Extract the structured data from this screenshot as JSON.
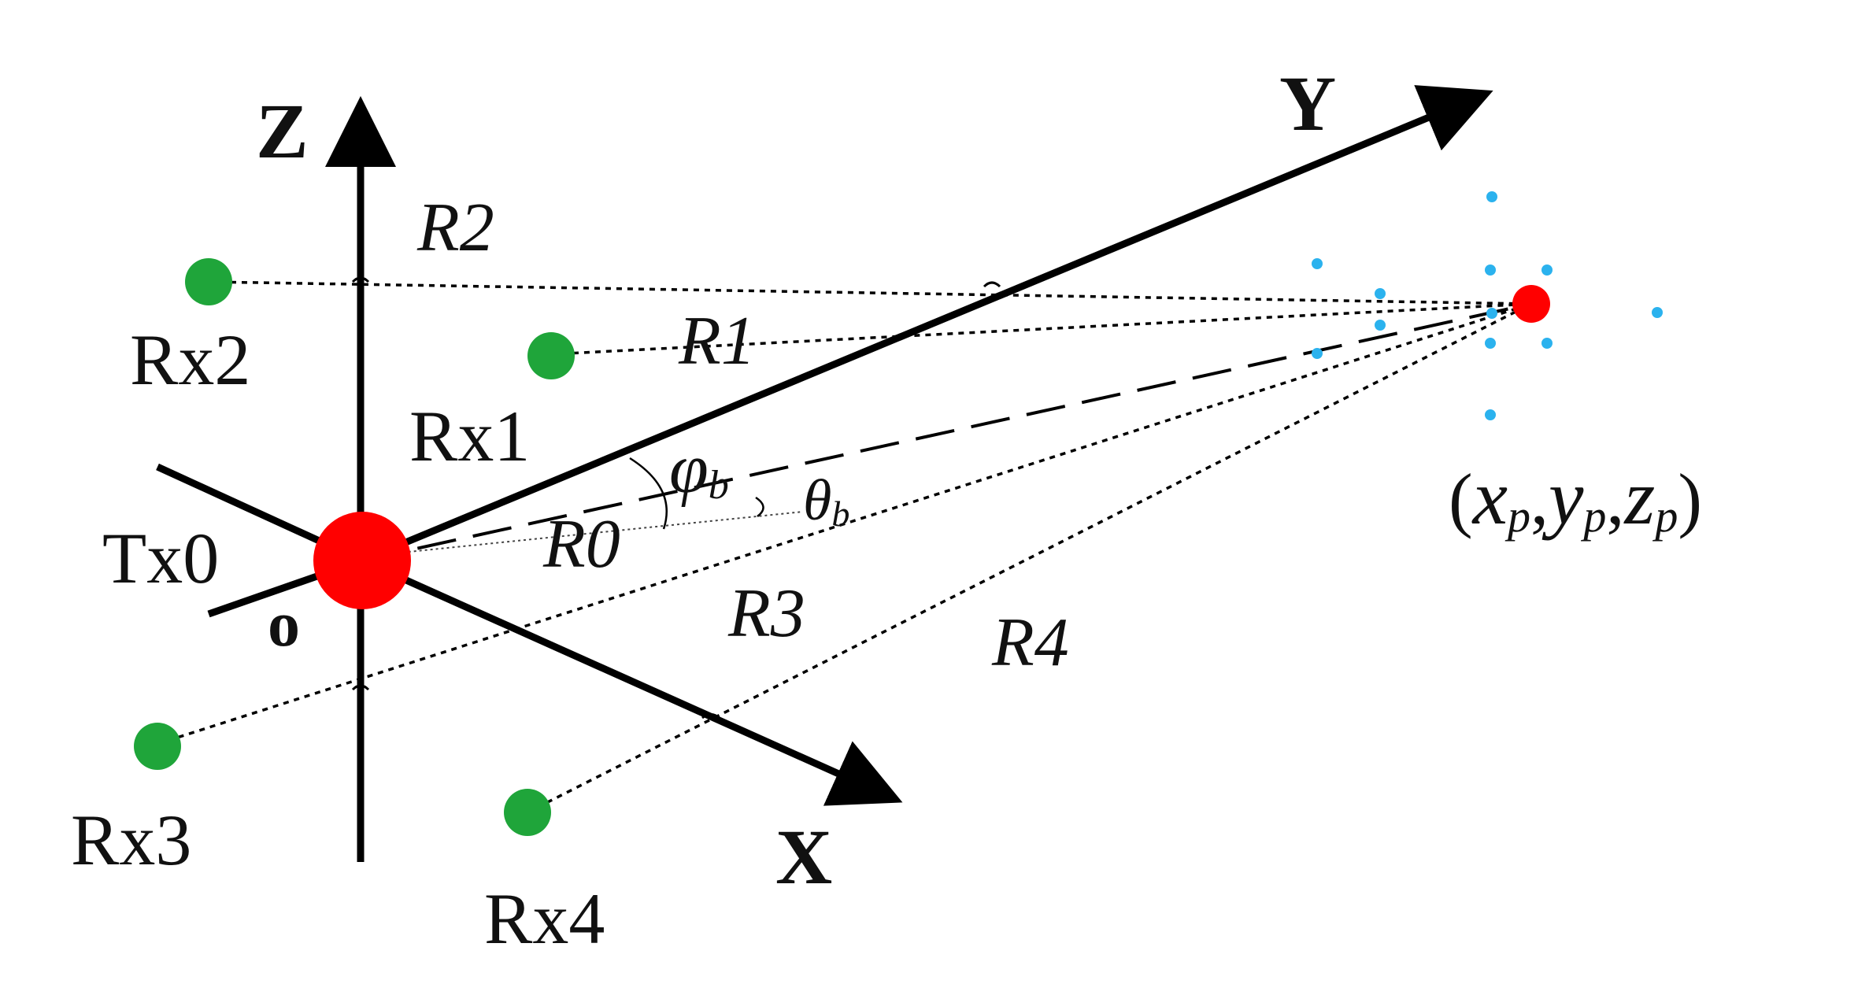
{
  "axes": {
    "x": "X",
    "y": "Y",
    "z": "Z",
    "origin": "O"
  },
  "transmitter": {
    "label": "Tx0",
    "color": "#ff0000"
  },
  "receivers": {
    "color": "#1fa53a",
    "rx1": "Rx1",
    "rx2": "Rx2",
    "rx3": "Rx3",
    "rx4": "Rx4"
  },
  "ranges": {
    "r0": "R0",
    "r1": "R1",
    "r2": "R2",
    "r3": "R3",
    "r4": "R4"
  },
  "angles": {
    "phi": {
      "symbol": "φ",
      "sub": "b"
    },
    "theta": {
      "symbol": "θ",
      "sub": "b"
    }
  },
  "target": {
    "color": "#ff0000",
    "grid_color": "#2bb2ee",
    "coord": {
      "open": "(",
      "x": "x",
      "y": "y",
      "z": "z",
      "sub": "p",
      "sep": ",",
      "close": ")"
    }
  }
}
